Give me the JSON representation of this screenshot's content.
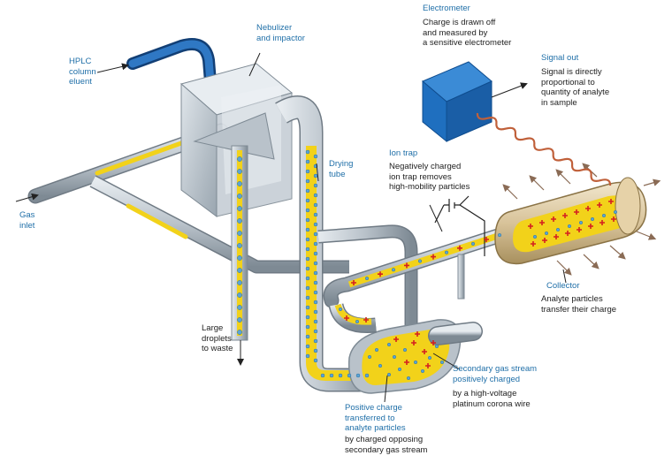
{
  "labels": {
    "hplc": "HPLC\ncolumn\neluent",
    "nebulizer": "Nebulizer\nand impactor",
    "gas_inlet": "Gas\ninlet",
    "drying_tube": "Drying\ntube",
    "large_droplets": "Large\ndroplets\nto waste",
    "electrometer_title": "Electrometer",
    "electrometer_desc": "Charge is drawn off\nand measured by\na sensitive electrometer",
    "signal_title": "Signal out",
    "signal_desc": "Signal is directly\nproportional to\nquantity of analyte\nin sample",
    "ion_trap_title": "Ion trap",
    "ion_trap_desc": "Negatively charged\nion trap removes\nhigh-mobility particles",
    "collector_title": "Collector",
    "collector_desc": "Analyte particles\ntransfer their charge",
    "secondary_title": "Secondary gas stream\npositively charged",
    "secondary_desc": "by a high-voltage\nplatinum corona wire",
    "positive_title": "Positive charge\ntransferred to\nanalyte particles",
    "positive_desc": "by charged opposing\nsecondary gas stream"
  },
  "colors": {
    "pipe": "#b9c2ca",
    "pipe_dark": "#7e8a94",
    "fluid": "#f2d21a",
    "blue_tube": "#1e5fa8",
    "electrometer": "#1f6fbf",
    "title_text": "#1f6fa8",
    "plus": "#d42020",
    "particle": "#5aa5d6",
    "wire": "#c0603a",
    "collector": "#d8c39a"
  },
  "icons": [
    "arrow-icon",
    "plus-charge-icon",
    "particle-dot-icon",
    "battery-symbol-icon",
    "wavy-signal-icon"
  ]
}
